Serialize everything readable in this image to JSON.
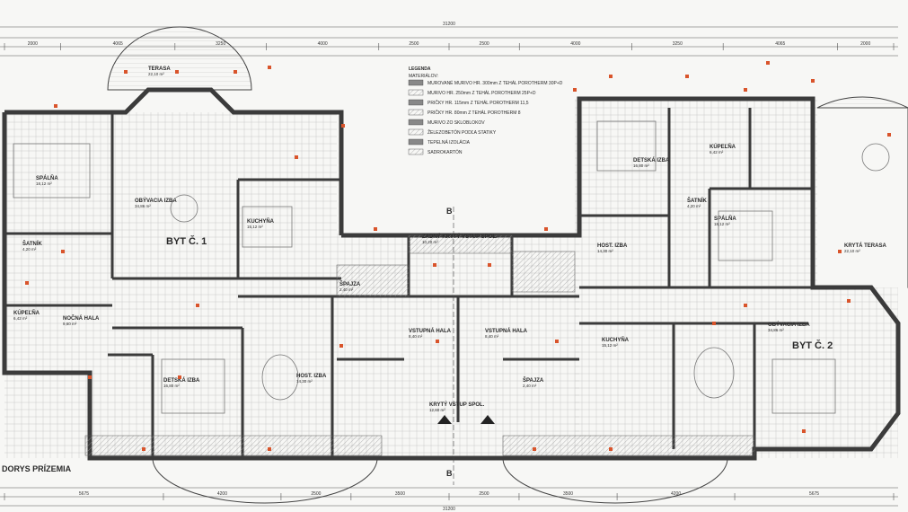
{
  "drawing": {
    "title": "DORYS PRÍZEMIA",
    "apartment_1": "BYT Č. 1",
    "apartment_2": "BYT Č. 2",
    "section_mark_top": "B",
    "section_mark_bottom": "B",
    "legend_title": "LEGENDA",
    "legend_subtitle": "MATERIÁLOV:",
    "legend_items": [
      "MUROVANÉ MURIVO HR. 300mm Z TEHÁL POROTHERM 30P+D",
      "MURIVO HR. 250mm Z TEHÁL POROTHERM 25P+D",
      "PRIČKY HR. 115mm Z TEHÁL POROTHERM 11,5",
      "PRIČKY HR. 80mm Z TEHÁL POROTHERM 8",
      "MURIVO ZO SKLOBLOKOV",
      "ŽELEZOBETÓN PODĽA STATIKY",
      "TEPELNÁ IZOLÁCIA",
      "SADROKARTÓN"
    ]
  },
  "rooms": [
    {
      "id": "spalna-1",
      "name": "SPÁLŇA",
      "area": "18,12 m²"
    },
    {
      "id": "obyvacia-1",
      "name": "OBÝVACIA IZBA",
      "area": "34,86 m²"
    },
    {
      "id": "kuchyna-1",
      "name": "KUCHYŇA",
      "area": "15,12 m²"
    },
    {
      "id": "satnik-1",
      "name": "ŠATNÍK",
      "area": "4,20 m²"
    },
    {
      "id": "kupelna-1",
      "name": "KÚPEĽŇA",
      "area": "6,42 m²"
    },
    {
      "id": "nocna-hala-1",
      "name": "NOČNÁ HALA",
      "area": "9,60 m²"
    },
    {
      "id": "detska-1",
      "name": "DETSKÁ IZBA",
      "area": "16,80 m²"
    },
    {
      "id": "hostovska-1",
      "name": "HOST. IZBA",
      "area": "14,30 m²"
    },
    {
      "id": "vstupna-hala-1",
      "name": "VSTUPNÁ HALA",
      "area": "8,40 m²"
    },
    {
      "id": "vstupna-hala-2",
      "name": "VSTUPNÁ HALA",
      "area": "8,40 m²"
    },
    {
      "id": "terasa-1",
      "name": "TERASA",
      "area": "22,10 m²"
    },
    {
      "id": "spajza-1",
      "name": "ŠPAJZA",
      "area": "2,40 m²"
    },
    {
      "id": "kryty-vstup",
      "name": "KRYTÝ VSTUP SPOL.",
      "area": "12,60 m²"
    },
    {
      "id": "zadny-vstup",
      "name": "ZADNÝ KRYTÝ VSTUP SPOL.",
      "area": "10,20 m²"
    },
    {
      "id": "detska-2",
      "name": "DETSKÁ IZBA",
      "area": "16,80 m²"
    },
    {
      "id": "host-izba-2",
      "name": "HOST. IZBA",
      "area": "14,30 m²"
    },
    {
      "id": "spalna-2",
      "name": "SPÁLŇA",
      "area": "18,12 m²"
    },
    {
      "id": "satnik-2",
      "name": "ŠATNÍK",
      "area": "4,20 m²"
    },
    {
      "id": "kupelna-2",
      "name": "KÚPEĽŇA",
      "area": "6,42 m²"
    },
    {
      "id": "obyvacia-2",
      "name": "OBÝVACIA IZBA",
      "area": "34,86 m²"
    },
    {
      "id": "kuchyna-2",
      "name": "KUCHYŇA",
      "area": "15,12 m²"
    },
    {
      "id": "spajza-2",
      "name": "ŠPAJZA",
      "area": "2,40 m²"
    },
    {
      "id": "kryta-terasa",
      "name": "KRYTÁ TERASA",
      "area": "22,10 m²"
    }
  ],
  "dimensions": {
    "top_total": "31200",
    "top_row": [
      "2000",
      "4065",
      "3250",
      "4000",
      "2500",
      "2500",
      "4000",
      "3250",
      "4065",
      "2000"
    ],
    "bottom_total": "31200",
    "bottom_row": [
      "5675",
      "4200",
      "2500",
      "3500",
      "2500",
      "3500",
      "4200",
      "5675"
    ]
  },
  "colors": {
    "wall": "#3b3b3b",
    "hatch": "#888888",
    "line": "#555555",
    "accent": "#d9542b",
    "paper": "#f7f7f5"
  }
}
